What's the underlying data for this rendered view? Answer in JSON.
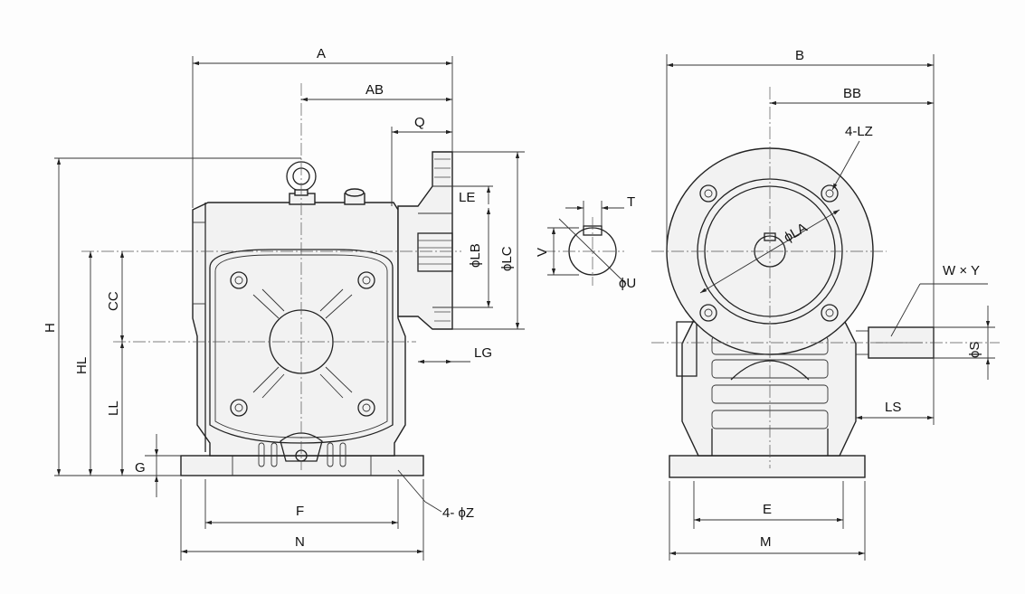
{
  "labels": {
    "A": "A",
    "AB": "AB",
    "Q": "Q",
    "LE": "LE",
    "LB": "ϕLB",
    "LC": "ϕLC",
    "LG": "LG",
    "H": "H",
    "HL": "HL",
    "CC": "CC",
    "LL": "LL",
    "G": "G",
    "F": "F",
    "N": "N",
    "Z": "4- ϕZ",
    "T": "T",
    "V": "V",
    "U": "ϕU",
    "B": "B",
    "BB": "BB",
    "LZ": "4-LZ",
    "LA": "ϕLA",
    "WY": "W × Y",
    "S": "ϕS",
    "LS": "LS",
    "E": "E",
    "M": "M"
  }
}
